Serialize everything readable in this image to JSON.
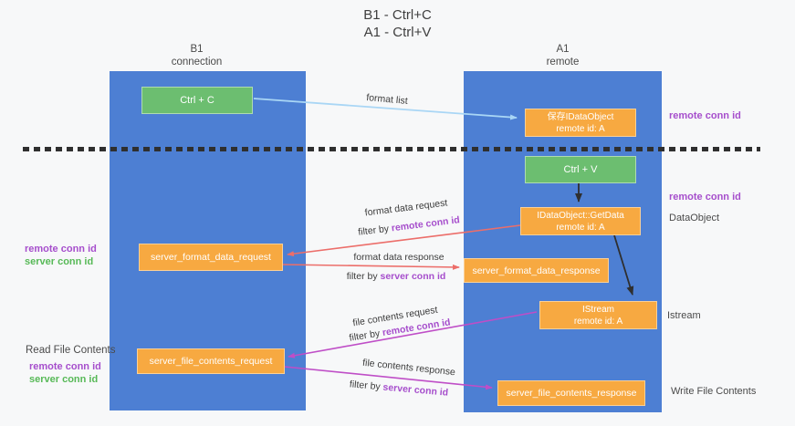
{
  "title": {
    "line1": "B1 - Ctrl+C",
    "line2": "A1 - Ctrl+V"
  },
  "lifelines": {
    "b1": {
      "name": "B1",
      "subtitle": "connection"
    },
    "a1": {
      "name": "A1",
      "subtitle": "remote"
    }
  },
  "boxes": {
    "ctrl_c": {
      "label": "Ctrl + C"
    },
    "save_idataobject": {
      "line1": "保存IDataObject",
      "line2": "remote id: A"
    },
    "ctrl_v": {
      "label": "Ctrl + V"
    },
    "idataobject_getdata": {
      "line1": "IDataObject::GetData",
      "line2": "remote id: A"
    },
    "istream": {
      "line1": "IStream",
      "line2": "remote id: A"
    },
    "server_format_data_request": {
      "label": "server_format_data_request"
    },
    "server_format_data_response": {
      "label": "server_format_data_response"
    },
    "server_file_contents_request": {
      "label": "server_file_contents_request"
    },
    "server_file_contents_response": {
      "label": "server_file_contents_response"
    }
  },
  "flow_labels": {
    "format_list": "format list",
    "format_data_request": "format data request",
    "format_data_response": "format data response",
    "file_contents_request": "file contents request",
    "file_contents_response": "file contents response",
    "filter_by": "filter by",
    "remote_conn_id": "remote conn id",
    "server_conn_id": "server conn id"
  },
  "side_labels": {
    "remote_conn_id_top_right": "remote conn id",
    "remote_conn_id_mid_right": "remote conn id",
    "dataobject": "DataObject",
    "istream": "Istream",
    "write_file_contents": "Write File Contents",
    "read_file_contents": "Read File Contents",
    "left_mid": {
      "remote": "remote conn id",
      "server": "server conn id"
    },
    "left_bottom": {
      "remote": "remote conn id",
      "server": "server conn id"
    }
  },
  "colors": {
    "column_blue": "#4d7fd3",
    "box_orange": "#f7a941",
    "box_green": "#6cbe70",
    "accent_purple": "#a64ecc",
    "accent_green": "#57b957",
    "arrow_red": "#ec6e6a",
    "arrow_magenta": "#bf4ec7",
    "arrow_blue": "#a9d6f5",
    "arrow_black": "#2f2f2f",
    "text_dark": "#3d3d3d",
    "background": "#f7f8f9"
  }
}
